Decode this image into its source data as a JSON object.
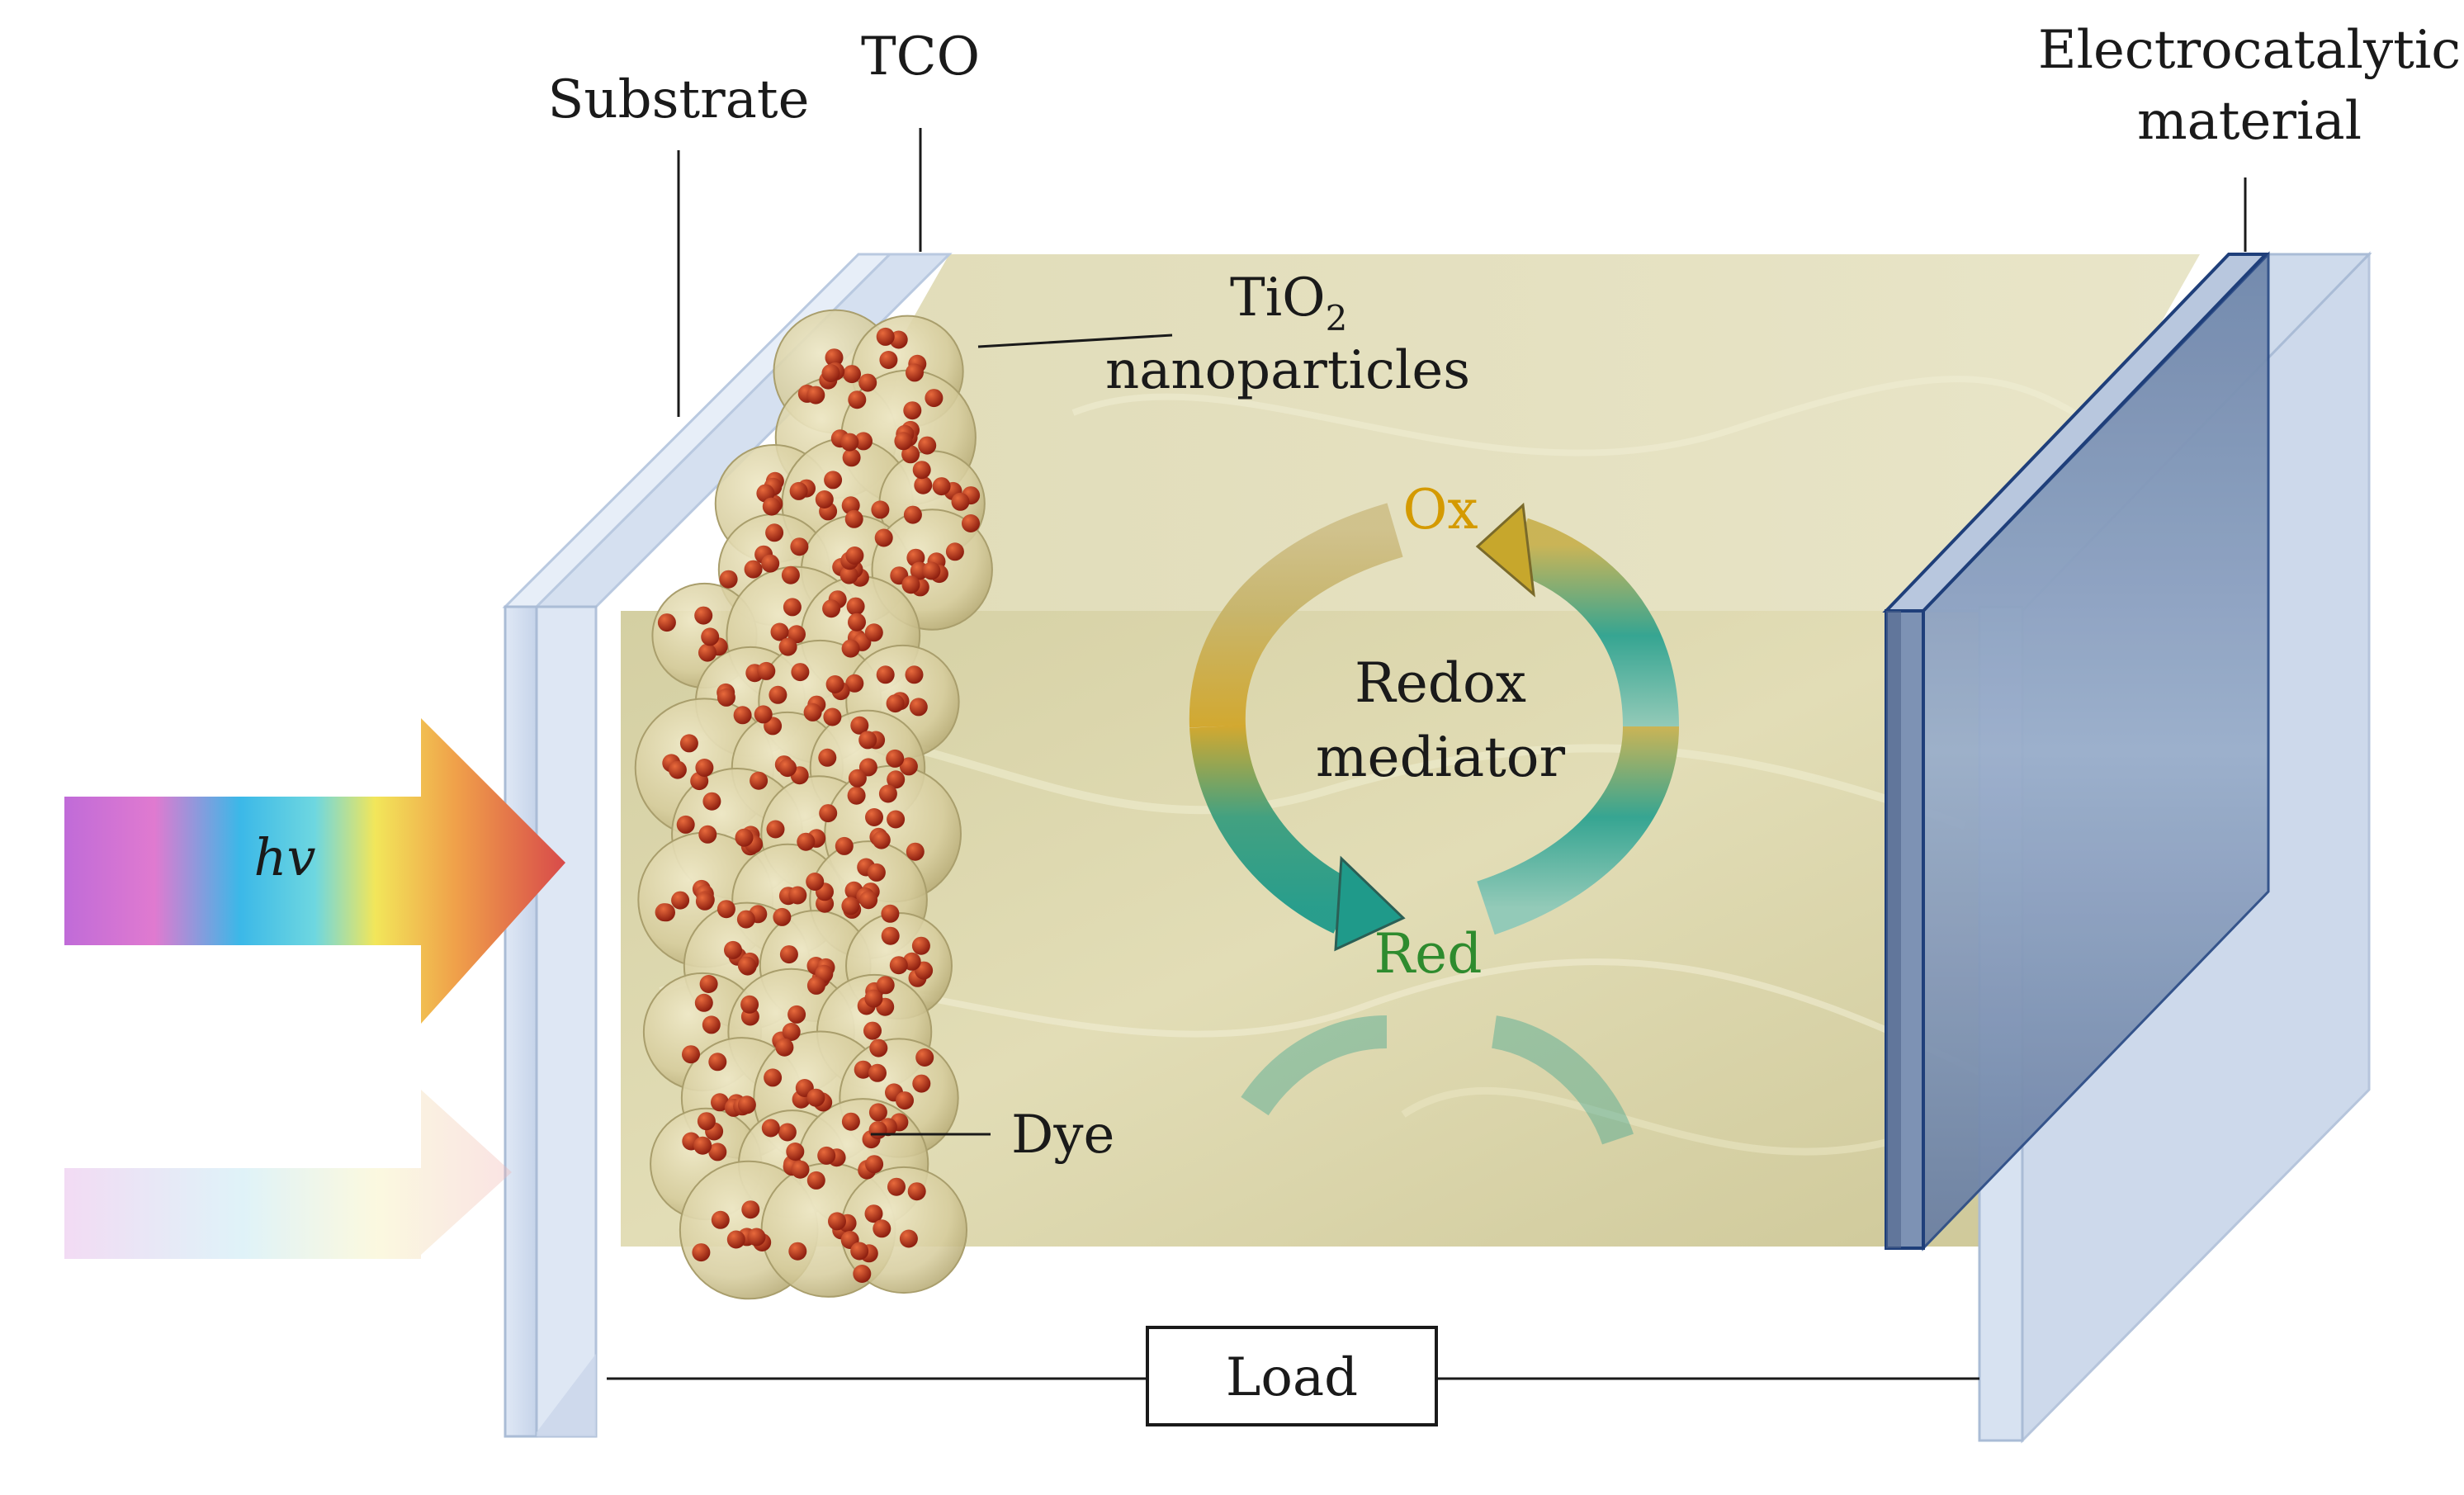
{
  "labels": {
    "substrate": "Substrate",
    "tco": "TCO",
    "electrocatalytic_line1": "Electrocatalytic",
    "electrocatalytic_line2": "material",
    "tio2_base": "TiO",
    "tio2_sub": "2",
    "tio2_line2": "nanoparticles",
    "ox": "Ox",
    "redox_line1": "Redox",
    "redox_line2": "mediator",
    "red": "Red",
    "dye": "Dye",
    "hv": "hv",
    "load": "Load"
  },
  "colors": {
    "electrolyte": "#d9d4a6",
    "glass": "#cfdcef",
    "glass_edge": "#9fb3cf",
    "counter_electrode": "#7f95b5",
    "counter_edge": "#1f3f7a",
    "nanoparticle": "#d8cfa0",
    "dye": "#b2331a",
    "ox_text": "#d49a00",
    "red_text": "#2e8b2e",
    "arrow_gold": "#d1a62a",
    "arrow_teal": "#1f9a8a"
  },
  "icons": {
    "light_arrow": "rainbow-arrow-icon",
    "redox_cycle": "cycle-arrows-icon"
  }
}
